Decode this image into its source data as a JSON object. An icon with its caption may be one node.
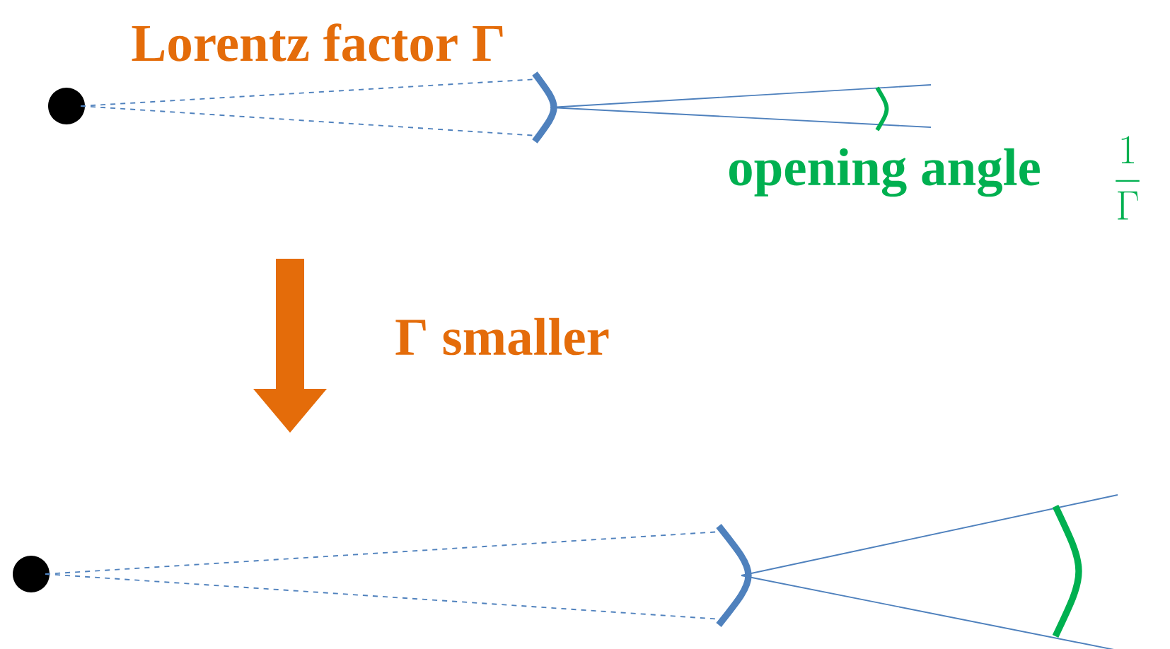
{
  "diagram": {
    "labels": [
      "Lorentz factor Γ",
      "opening angle",
      "\\frac{1}{\\Gamma}",
      "Γ smaller"
    ]
  }
}
